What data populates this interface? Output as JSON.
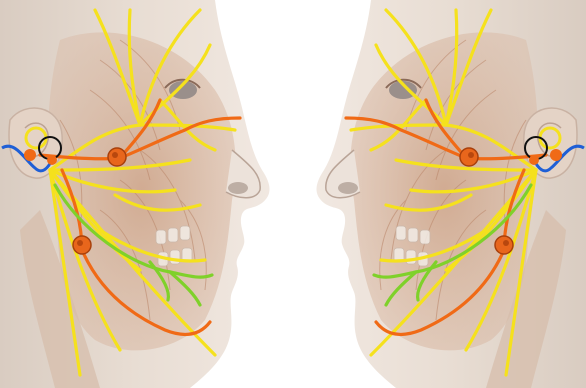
{
  "image": {
    "subject": "facial-nerve-anatomy",
    "views": [
      "left-profile",
      "right-profile"
    ],
    "background_color": "#ffffff",
    "colors": {
      "skin": "#e9ddd3",
      "muscle": "#c9a58c",
      "nerve_yellow": "#f5e11d",
      "nerve_orange": "#f06a16",
      "nerve_green": "#7fd12a",
      "nerve_blue": "#1f5fd6",
      "ganglion": "#e8661c"
    }
  }
}
